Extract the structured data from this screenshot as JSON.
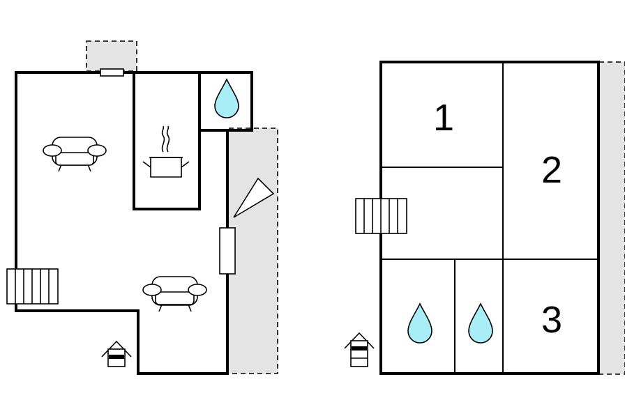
{
  "floorplan": {
    "rooms": [
      {
        "number": "1"
      },
      {
        "number": "2"
      },
      {
        "number": "3"
      }
    ],
    "colors": {
      "terrace": "#e4e4e4",
      "water": "#a9eef6",
      "wall": "#000000"
    },
    "icons": [
      "sofa-icon",
      "cooking-pot-icon",
      "water-drop-icon",
      "staircase-icon",
      "entrance-icon",
      "terrace-area",
      "window-icon"
    ]
  }
}
